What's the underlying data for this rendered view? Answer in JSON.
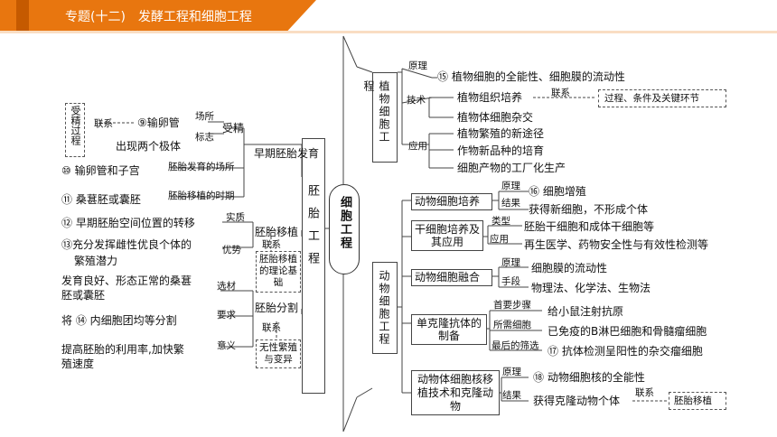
{
  "header": {
    "title": "专题(十二)　发酵工程和细胞工程"
  },
  "center": "细胞工程",
  "embryo": {
    "title": "胚胎工程",
    "early_dev": "早期胚胎发育",
    "fert_place": "场所",
    "fert_sign": "标志",
    "fert": "受精",
    "fert_place_val": "⑨输卵管",
    "fert_sign_val": "出现两个极体",
    "fert_link": "联系",
    "fert_box": "受精过程",
    "dev_place": "胚胎发育的场所",
    "dev_place_val": "⑩ 输卵管和子宫",
    "transfer_time": "胚胎移植的时期",
    "transfer_time_val": "⑪ 桑葚胚或囊胚",
    "transfer": "胚胎移植",
    "essence": "实质",
    "essence_val": "⑫ 早期胚胎空间位置的转移",
    "advantage": "优势",
    "advantage_val_1": "⑬充分发挥雌性优良个体的",
    "advantage_val_2": "繁殖潜力",
    "transfer_link": "联系",
    "transfer_box": "胚胎移植的理论基础",
    "split": "胚胎分割",
    "material": "选材",
    "material_val_1": "发育良好、形态正常的桑葚",
    "material_val_2": "胚或囊胚",
    "requirement": "要求",
    "requirement_val": "将 ⑭ 内细胞团均等分割",
    "meaning": "意义",
    "meaning_val_1": "提高胚胎的利用率,加快繁",
    "meaning_val_2": "殖速度",
    "split_link": "联系",
    "split_box": "无性繁殖与变异"
  },
  "plant": {
    "title": "植物细胞工程",
    "principle": "原理",
    "principle_val": "⑮ 植物细胞的全能性、细胞膜的流动性",
    "tech": "技术",
    "tissue": "植物组织培养",
    "tissue_link": "联系",
    "tissue_box": "过程、条件及关键环节",
    "hybrid": "植物体细胞杂交",
    "app": "应用",
    "app_1": "植物繁殖的新途径",
    "app_2": "作物新品种的培育",
    "app_3": "细胞产物的工厂化生产"
  },
  "animal": {
    "title": "动物细胞工程",
    "culture": "动物细胞培养",
    "culture_principle": "原理",
    "culture_principle_val": "⑯ 细胞增殖",
    "culture_result": "结果",
    "culture_result_val": "获得新细胞，不形成个体",
    "stem": "干细胞培养及其应用",
    "stem_type": "类型",
    "stem_type_val": "胚胎干细胞和成体干细胞等",
    "stem_app": "应用",
    "stem_app_val": "再生医学、药物安全性与有效性检测等",
    "fusion": "动物细胞融合",
    "fusion_principle": "原理",
    "fusion_principle_val": "细胞膜的流动性",
    "fusion_means": "手段",
    "fusion_means_val": "物理法、化学法、生物法",
    "mab": "单克隆抗体的制备",
    "mab_first": "首要步骤",
    "mab_first_val": "给小鼠注射抗原",
    "mab_cells": "所需细胞",
    "mab_cells_val": "已免疫的B淋巴细胞和骨髓瘤细胞",
    "mab_last": "最后的筛选",
    "mab_last_val": "⑰ 抗体检测呈阳性的杂交瘤细胞",
    "nuclear": "动物体细胞核移植技术和克隆动物",
    "nuclear_principle": "原理",
    "nuclear_principle_val": "⑱ 动物细胞核的全能性",
    "nuclear_result": "结果",
    "nuclear_result_val": "获得克隆动物个体",
    "nuclear_link": "联系",
    "nuclear_box": "胚胎移植"
  }
}
